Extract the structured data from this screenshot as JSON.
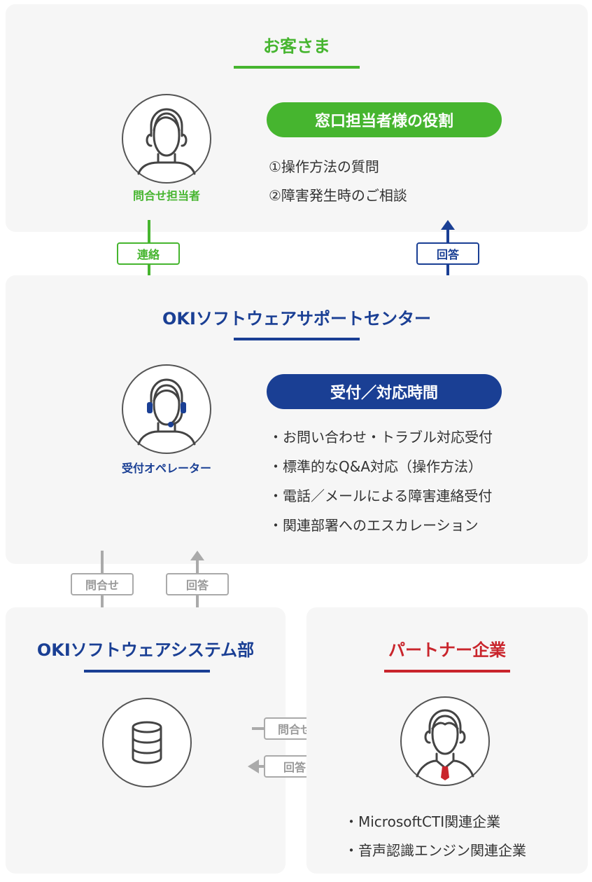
{
  "customer": {
    "title": "お客さま",
    "role_pill": "窓口担当者様の役割",
    "roles": [
      "①操作方法の質問",
      "②障害発生時のご相談"
    ],
    "avatar_caption": "問合せ担当者"
  },
  "flow_top": {
    "down_label": "連絡",
    "up_label": "回答"
  },
  "center": {
    "title": "OKIソフトウェアサポートセンター",
    "pill": "受付／対応時間",
    "items": [
      "・お問い合わせ・トラブル対応受付",
      "・標準的なQ&A対応（操作方法）",
      "・電話／メールによる障害連絡受付",
      "・関連部署へのエスカレーション"
    ],
    "avatar_caption": "受付オペレーター"
  },
  "flow_mid": {
    "down_label": "問合せ",
    "up_label": "回答"
  },
  "system_dept": {
    "title": "OKIソフトウェアシステム部"
  },
  "flow_side": {
    "right_label": "問合せ",
    "left_label": "回答"
  },
  "partner": {
    "title": "パートナー企業",
    "items": [
      "・MicrosoftCTI関連企業",
      "・音声認識エンジン関連企業"
    ]
  },
  "colors": {
    "green": "#46b52f",
    "navy": "#1a3f94",
    "red": "#c9252c",
    "gray": "#aaaaaa",
    "panel": "#f6f6f6"
  }
}
